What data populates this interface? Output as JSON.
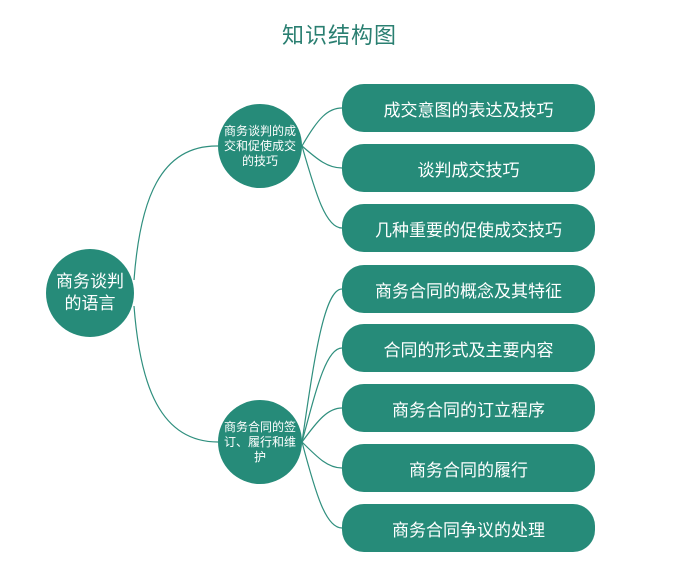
{
  "title": "知识结构图",
  "root": {
    "label": "商务谈判的语言"
  },
  "branches": [
    {
      "label": "商务谈判的成交和促使成交的技巧",
      "children": [
        "成交意图的表达及技巧",
        "谈判成交技巧",
        "几种重要的促使成交技巧"
      ]
    },
    {
      "label": "商务合同的签订、履行和维护",
      "children": [
        "商务合同的概念及其特征",
        "合同的形式及主要内容",
        "商务合同的订立程序",
        "商务合同的履行",
        "商务合同争议的处理"
      ]
    }
  ],
  "colors": {
    "node_fill": "#268b79",
    "title": "#2a7f71",
    "connector": "#2f8f7e"
  }
}
